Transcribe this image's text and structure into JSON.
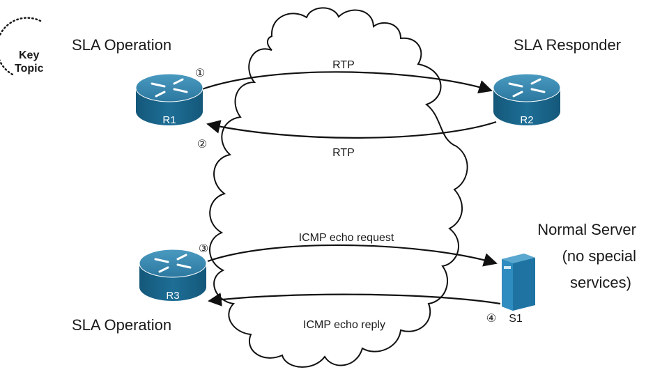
{
  "key_topic": {
    "line1": "Key",
    "line2": "Topic"
  },
  "labels": {
    "sla_operation_top": "SLA Operation",
    "sla_responder": "SLA Responder",
    "sla_operation_bottom": "SLA Operation",
    "normal_server_1": "Normal Server",
    "normal_server_2": "(no special",
    "normal_server_3": "services)"
  },
  "flows": {
    "rtp_forward": "RTP",
    "rtp_back": "RTP",
    "icmp_request": "ICMP echo request",
    "icmp_reply": "ICMP echo reply"
  },
  "steps": {
    "one": "①",
    "two": "②",
    "three": "③",
    "four": "④"
  },
  "devices": {
    "r1": "R1",
    "r2": "R2",
    "r3": "R3",
    "s1": "S1"
  },
  "colors": {
    "router_top": "#2f7fa3",
    "router_body": "#1c6a8f",
    "server": "#2a86b8",
    "line": "#111111"
  }
}
